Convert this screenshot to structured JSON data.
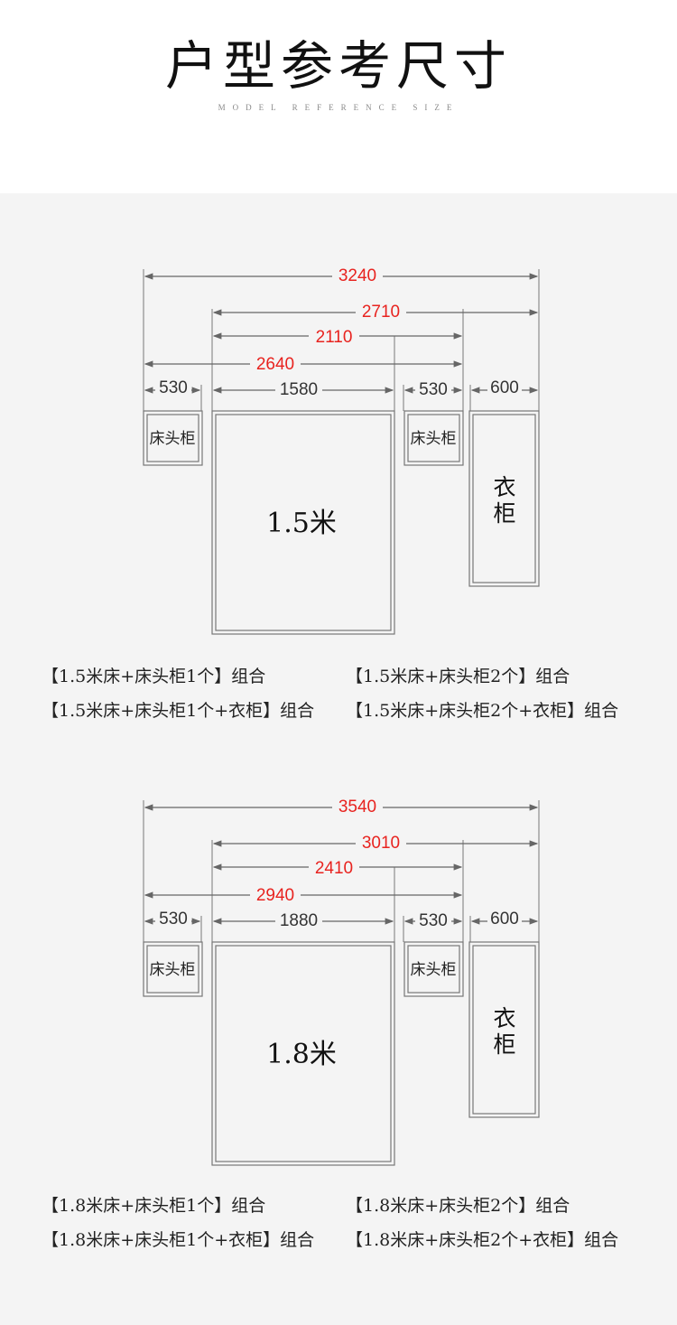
{
  "header": {
    "title": "户型参考尺寸",
    "subtitle": "MODEL REFERENCE SIZE"
  },
  "colors": {
    "dimension_red": "#e8231f",
    "line": "#666666",
    "background": "#f4f4f4"
  },
  "sections": [
    {
      "bed_label": "1.5米",
      "nightstand_label": "床头柜",
      "wardrobe_label_1": "衣",
      "wardrobe_label_2": "柜",
      "dims": {
        "total_all": "3240",
        "bed_two_stands_wardrobe": "2710",
        "bed_stand": "2110",
        "stand_bed_stand": "2640",
        "stand_left": "530",
        "bed": "1580",
        "stand_right": "530",
        "wardrobe": "600"
      },
      "combos": [
        "【1.5米床+床头柜1个】组合",
        "【1.5米床+床头柜2个】组合",
        "【1.5米床+床头柜1个+衣柜】组合",
        "【1.5米床+床头柜2个+衣柜】组合"
      ]
    },
    {
      "bed_label": "1.8米",
      "nightstand_label": "床头柜",
      "wardrobe_label_1": "衣",
      "wardrobe_label_2": "柜",
      "dims": {
        "total_all": "3540",
        "bed_two_stands_wardrobe": "3010",
        "bed_stand": "2410",
        "stand_bed_stand": "2940",
        "stand_left": "530",
        "bed": "1880",
        "stand_right": "530",
        "wardrobe": "600"
      },
      "combos": [
        "【1.8米床+床头柜1个】组合",
        "【1.8米床+床头柜2个】组合",
        "【1.8米床+床头柜1个+衣柜】组合",
        "【1.8米床+床头柜2个+衣柜】组合"
      ]
    }
  ]
}
